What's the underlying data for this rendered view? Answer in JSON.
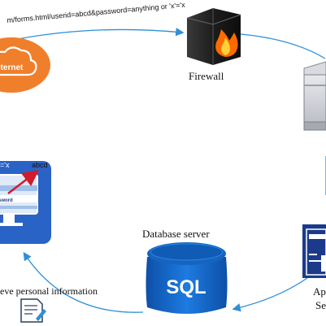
{
  "edges": {
    "request_url": "m/forms.html/userid=abcd&password=anything or 'x'='x"
  },
  "nodes": {
    "internet": {
      "label": "Internet"
    },
    "firewall": {
      "label": "Firewall"
    },
    "database": {
      "label": "Database server",
      "icon_text": "SQL"
    },
    "app_server": {
      "label_line1": "Ap",
      "label_line2": "Se"
    },
    "client": {
      "caption": "eve personal information",
      "condition_text": "='x",
      "username_text": "abcd",
      "field_label": "sword"
    }
  },
  "colors": {
    "arrow": "#2e8fd6",
    "internet_orange": "#f07f2b",
    "db_blue": "#1565c0",
    "client_blue": "#2a63c6",
    "app_navy": "#1b3a8a",
    "flame": "#ff6a00"
  },
  "icons": [
    "cloud-icon",
    "firewall-icon",
    "server-icon",
    "database-icon",
    "app-server-icon",
    "monitor-icon",
    "document-icon"
  ]
}
